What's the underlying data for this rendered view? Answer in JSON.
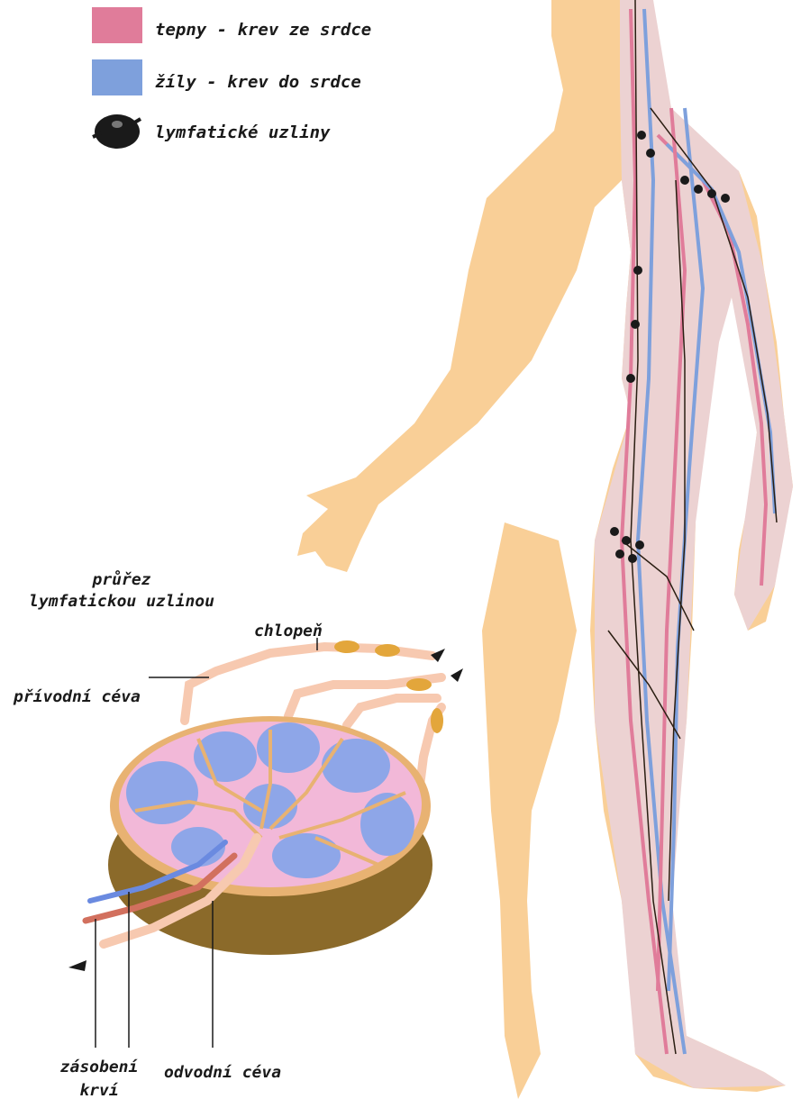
{
  "legend": {
    "arteries": {
      "label": "tepny - krev ze srdce",
      "color": "#e07c9a"
    },
    "veins": {
      "label": "žíly - krev do srdce",
      "color": "#7ea0dc"
    },
    "lymph_nodes": {
      "label": "lymfatické uzliny",
      "color": "#1a1a1a"
    }
  },
  "section": {
    "title_line1": "průřez",
    "title_line2": "lymfatickou uzlinou",
    "valve": "chlopeň",
    "afferent_vessel": "přívodní céva",
    "blood_supply_line1": "zásobení",
    "blood_supply_line2": "krví",
    "efferent_vessel": "odvodní céva"
  },
  "colors": {
    "skin": "#f9cf97",
    "node_capsule": "#8b6a2a",
    "node_pink": "#f2b8d8",
    "node_blue": "#8ea6e8",
    "vessel_tan": "#e8b272"
  }
}
